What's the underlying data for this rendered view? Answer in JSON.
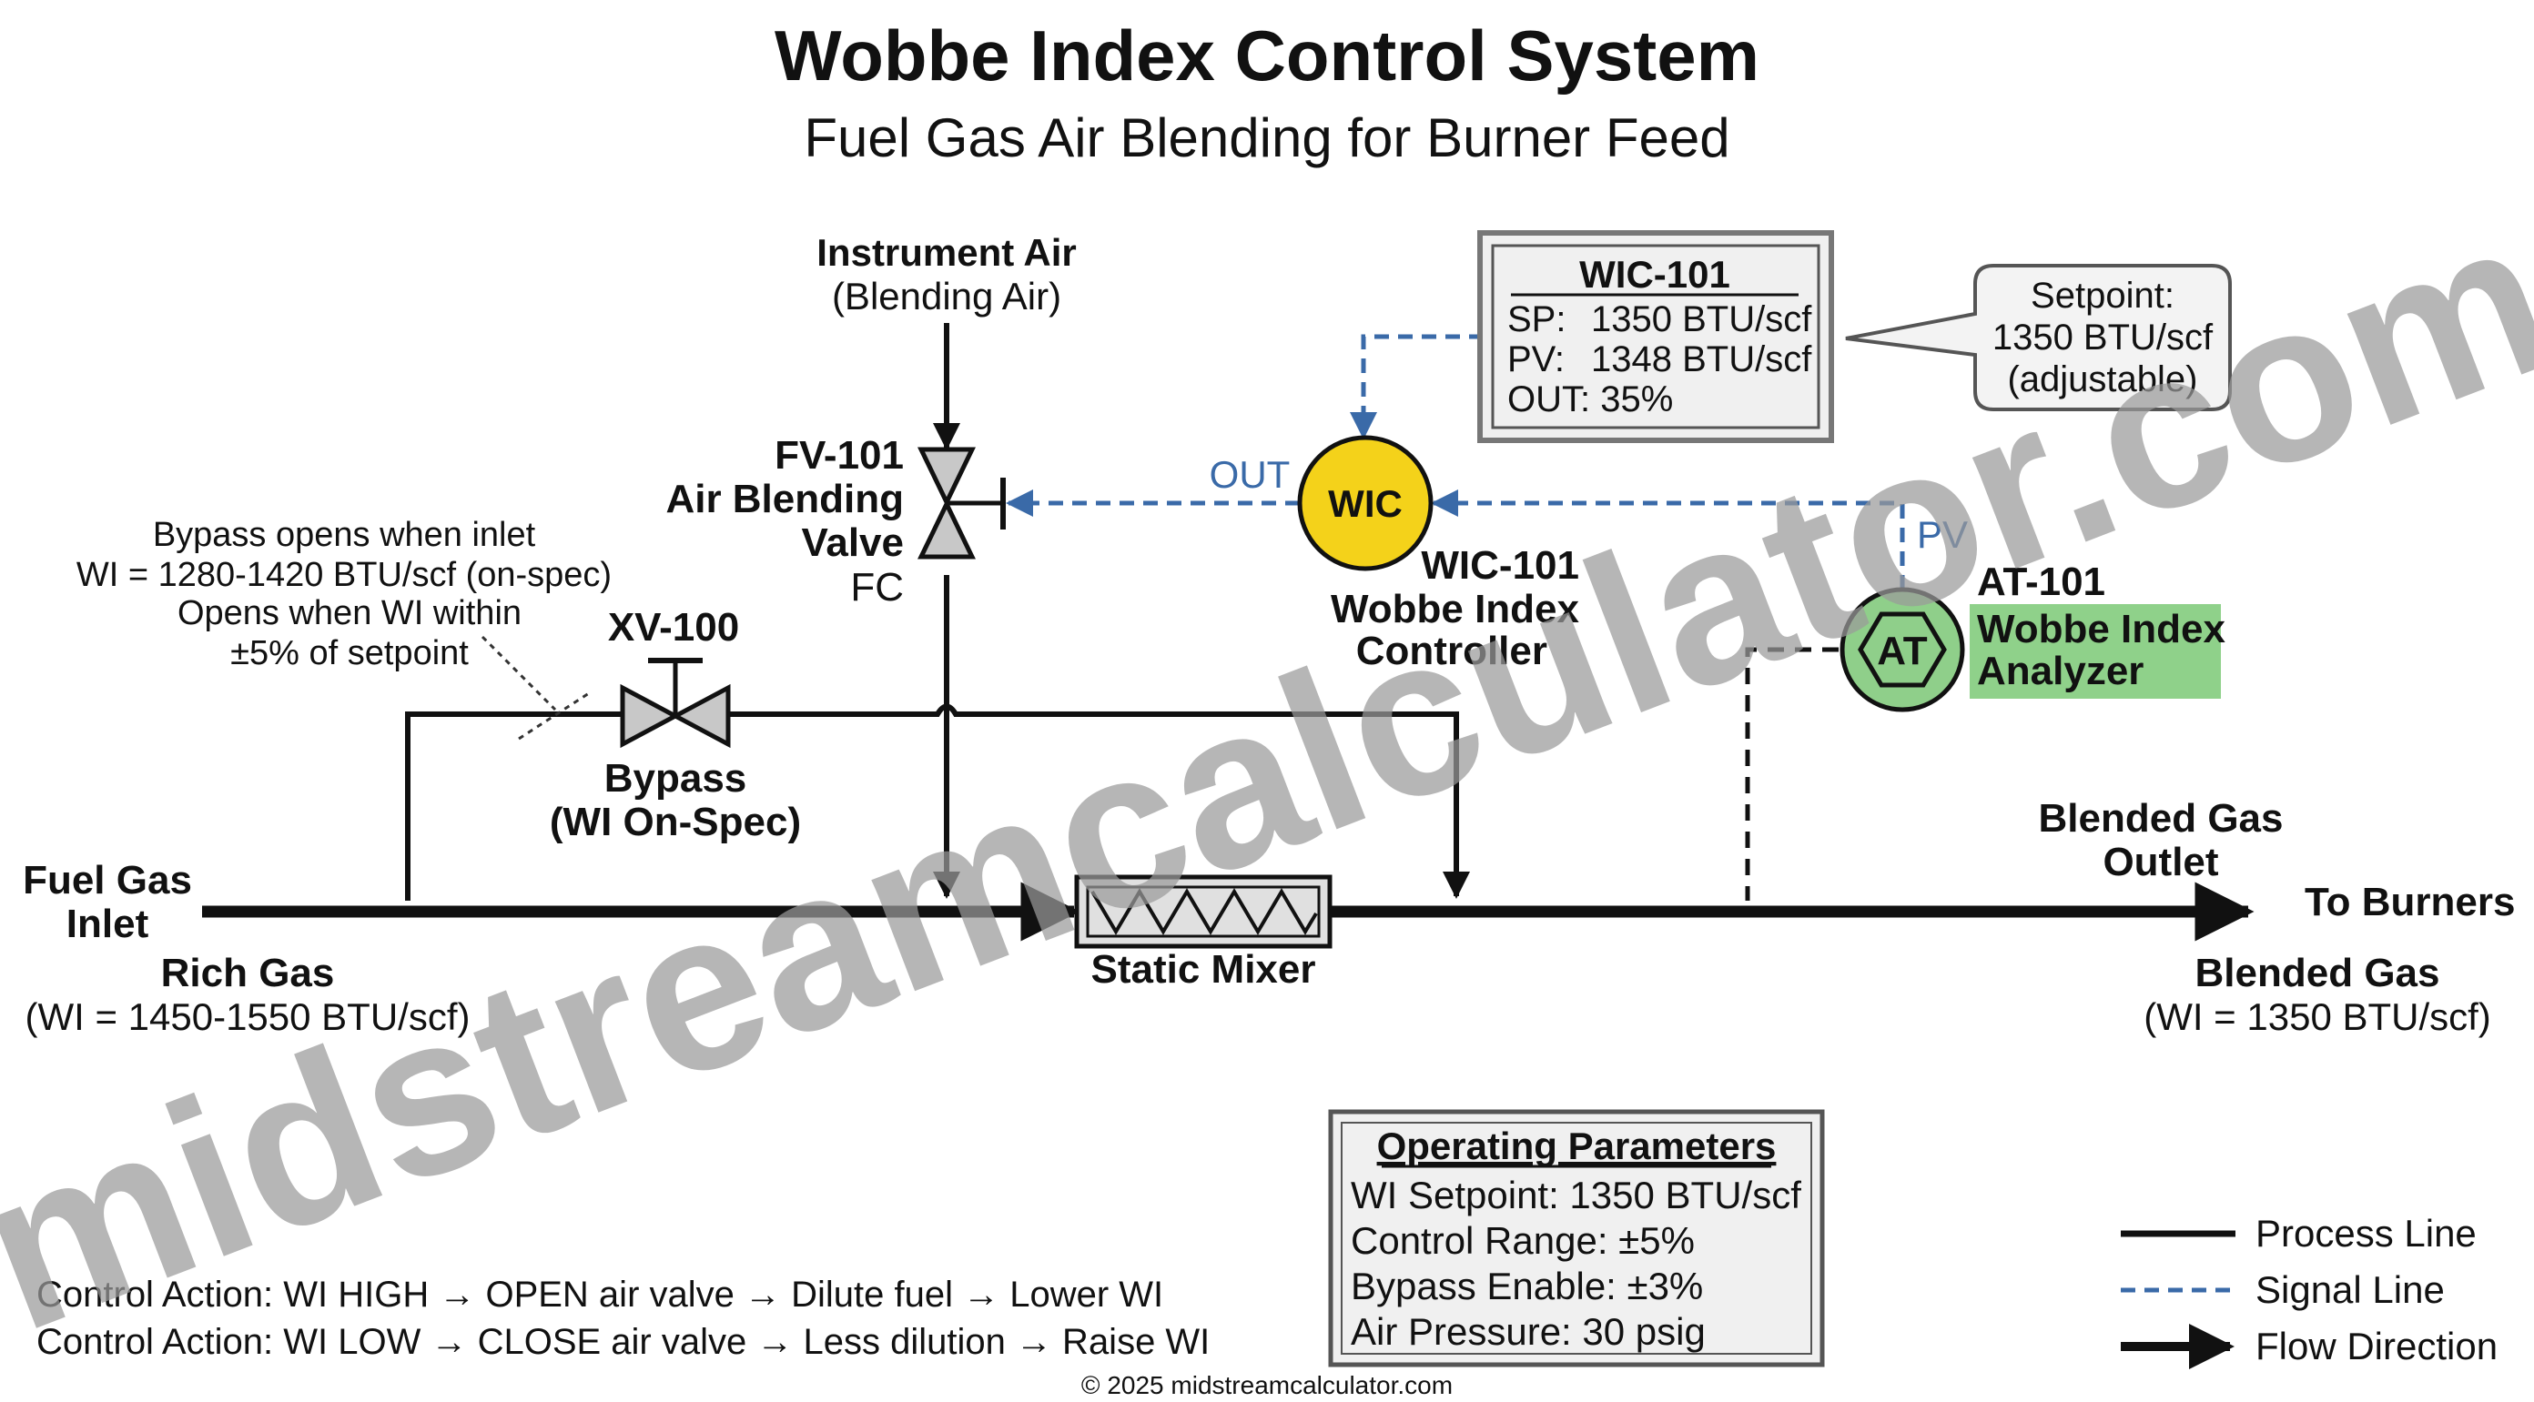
{
  "title": "Wobbe Index Control System",
  "subtitle": "Fuel Gas Air Blending for Burner Feed",
  "instrument_air": {
    "line1": "Instrument Air",
    "line2": "(Blending Air)"
  },
  "fv101": {
    "tag": "FV-101",
    "line1": "Air Blending",
    "line2": "Valve",
    "fail": "FC"
  },
  "controller_box": {
    "tag": "WIC-101",
    "sp_label": "SP:",
    "sp_value": "1350 BTU/scf",
    "pv_label": "PV:",
    "pv_value": "1348 BTU/scf",
    "out_line": "OUT: 35%"
  },
  "setpoint_callout": {
    "line1": "Setpoint:",
    "line2": "1350 BTU/scf",
    "line3": "(adjustable)"
  },
  "wic": {
    "symbol": "WIC",
    "tag": "WIC-101",
    "line1": "Wobbe Index",
    "line2": "Controller"
  },
  "signals": {
    "out": "OUT",
    "pv": "PV"
  },
  "analyzer": {
    "symbol": "AT",
    "tag": "AT-101",
    "line1": "Wobbe Index",
    "line2": "Analyzer"
  },
  "bypass_note": {
    "line1": "Bypass opens when inlet",
    "line2": "WI = 1280-1420 BTU/scf (on-spec)",
    "line3": "Opens when WI within",
    "line4": "±5% of setpoint"
  },
  "xv100": {
    "tag": "XV-100",
    "line1": "Bypass",
    "line2": "(WI On-Spec)"
  },
  "fuel_inlet": {
    "line1": "Fuel Gas",
    "line2": "Inlet"
  },
  "rich_gas": {
    "line1": "Rich Gas",
    "line2": "(WI = 1450-1550 BTU/scf)"
  },
  "mixer": {
    "label": "Static Mixer"
  },
  "outlet": {
    "line1": "Blended Gas",
    "line2": "Outlet",
    "to": "To Burners"
  },
  "blended_gas": {
    "line1": "Blended Gas",
    "line2": "(WI = 1350 BTU/scf)"
  },
  "operating_params": {
    "title": "Operating Parameters",
    "items": [
      "WI Setpoint: 1350 BTU/scf",
      "Control Range: ±5%",
      "Bypass Enable: ±3%",
      "Air Pressure: 30 psig"
    ]
  },
  "control_actions": {
    "high": "Control Action: WI HIGH → OPEN air valve → Dilute fuel → Lower WI",
    "low": "Control Action: WI LOW → CLOSE air valve → Less dilution → Raise WI"
  },
  "legend": {
    "process": "Process Line",
    "signal": "Signal Line",
    "flow": "Flow Direction"
  },
  "watermark": "midstreamcalculator.com",
  "copyright": "© 2025 midstreamcalculator.com",
  "colors": {
    "signal": "#3a6aa8",
    "wic_fill": "#f4d21a",
    "analyzer_fill": "#8fcf8a",
    "analyzer_label_bg": "#8fd18a",
    "box_fill": "#f0f0f0"
  }
}
